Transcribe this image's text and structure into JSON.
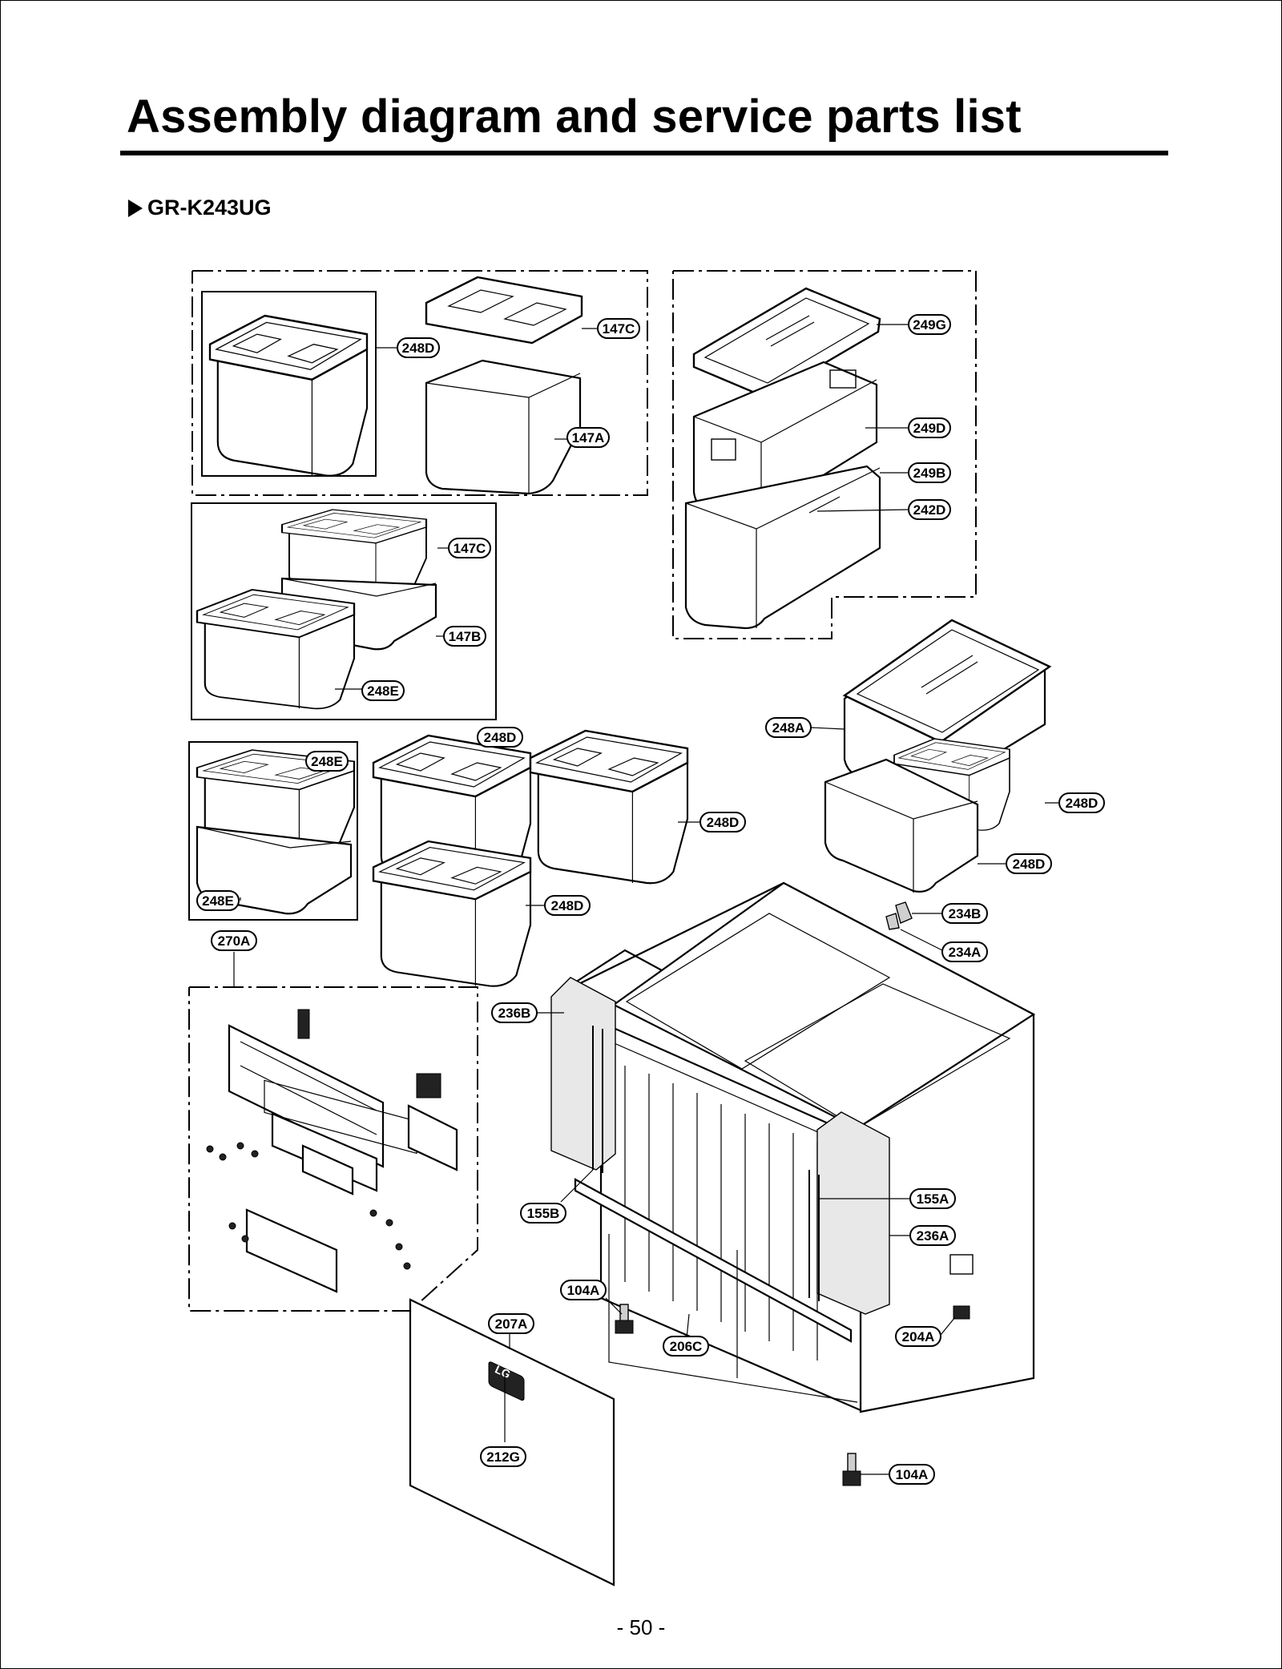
{
  "header": {
    "title": "Assembly diagram and service parts list",
    "model": "GR-K243UG"
  },
  "footer": {
    "page_number": "- 50 -"
  },
  "callouts": [
    {
      "id": "c01",
      "label": "147C"
    },
    {
      "id": "c02",
      "label": "248D"
    },
    {
      "id": "c03",
      "label": "147A"
    },
    {
      "id": "c04",
      "label": "249G"
    },
    {
      "id": "c05",
      "label": "249D"
    },
    {
      "id": "c06",
      "label": "249B"
    },
    {
      "id": "c07",
      "label": "242D"
    },
    {
      "id": "c08",
      "label": "147C"
    },
    {
      "id": "c09",
      "label": "147B"
    },
    {
      "id": "c10",
      "label": "248E"
    },
    {
      "id": "c11",
      "label": "248A"
    },
    {
      "id": "c12",
      "label": "248D"
    },
    {
      "id": "c13",
      "label": "248E"
    },
    {
      "id": "c14",
      "label": "248D"
    },
    {
      "id": "c15",
      "label": "248D"
    },
    {
      "id": "c16",
      "label": "248D"
    },
    {
      "id": "c17",
      "label": "248E"
    },
    {
      "id": "c18",
      "label": "248D"
    },
    {
      "id": "c19",
      "label": "234B"
    },
    {
      "id": "c20",
      "label": "270A"
    },
    {
      "id": "c21",
      "label": "234A"
    },
    {
      "id": "c22",
      "label": "236B"
    },
    {
      "id": "c23",
      "label": "155A"
    },
    {
      "id": "c24",
      "label": "155B"
    },
    {
      "id": "c25",
      "label": "236A"
    },
    {
      "id": "c26",
      "label": "104A"
    },
    {
      "id": "c27",
      "label": "207A"
    },
    {
      "id": "c28",
      "label": "204A"
    },
    {
      "id": "c29",
      "label": "206C"
    },
    {
      "id": "c30",
      "label": "212G"
    },
    {
      "id": "c31",
      "label": "104A"
    }
  ],
  "logo_text": "LG"
}
